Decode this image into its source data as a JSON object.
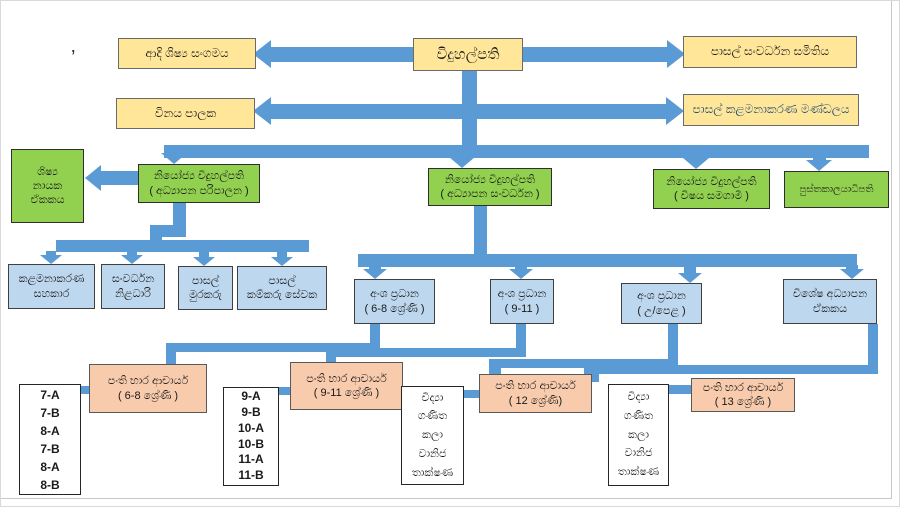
{
  "diagram": {
    "stray_mark": "’",
    "colors": {
      "connector_blue": "#5B9BD5",
      "node_yellow": "#FFE699",
      "node_green": "#92D050",
      "node_blue": "#BDD7EE",
      "node_orange": "#F8CBAD",
      "mgmt_board_text": "#1F4E79"
    },
    "principal": {
      "label": "විදුහල්පති"
    },
    "yellow_boxes": [
      {
        "id": "alumni-association",
        "label": "ආදි ශිෂ්‍ය සංගමය"
      },
      {
        "id": "discipline-controller",
        "label": "විනය පාලක"
      },
      {
        "id": "school-development-society",
        "label": "පාසල් සංවර්ධන සමිතිය"
      },
      {
        "id": "school-management-board",
        "label": "පාසල් කළමනාකරණ මණ්ඩලය"
      }
    ],
    "green_boxes": [
      {
        "id": "student-leader-unit",
        "lines": [
          "ශිෂ්‍ය",
          "නායක",
          "ඒකකය"
        ]
      },
      {
        "id": "deputy-principal-administration",
        "lines": [
          "නියෝජ්‍ය විදුහල්පති",
          "( අධ්‍යාපන පරිපාලන )"
        ]
      },
      {
        "id": "deputy-principal-development",
        "lines": [
          "නියෝජ්‍ය විදුහල්පති",
          "( අධ්‍යාපන සංවර්ධන )"
        ]
      },
      {
        "id": "deputy-principal-cocurricular",
        "lines": [
          "නියෝජ්‍ය විදුහල්පති",
          "( විෂය සමගාමී )"
        ]
      },
      {
        "id": "librarian",
        "lines": [
          "පුස්තකාලයාධිපති"
        ]
      }
    ],
    "blue_boxes": [
      {
        "id": "management-assistant",
        "lines": [
          "කළමනාකරණ",
          "සහකාර"
        ]
      },
      {
        "id": "development-officer",
        "lines": [
          "සංවර්ධන",
          "නිළධාරි"
        ]
      },
      {
        "id": "school-watchman",
        "lines": [
          "පාසල්",
          "මුරකරු"
        ]
      },
      {
        "id": "school-labour-staff",
        "lines": [
          "පාසල්",
          "කම්කරු සේවක"
        ]
      },
      {
        "id": "section-head-6-8",
        "lines": [
          "අංශ ප්‍රධාන",
          "( 6-8 ශ්‍රේණි )"
        ]
      },
      {
        "id": "section-head-9-11",
        "lines": [
          "අංශ ප්‍රධාන",
          "( 9-11 )"
        ]
      },
      {
        "id": "section-head-al",
        "lines": [
          "අංශ ප්‍රධාන",
          "( උ/පෙළ )"
        ]
      },
      {
        "id": "special-education-unit",
        "lines": [
          "විශේෂ අධ්‍යාපන",
          "ඒකකය"
        ]
      }
    ],
    "orange_boxes": [
      {
        "id": "class-teachers-6-8",
        "lines": [
          "පංති භාර ආචාර්ය",
          "( 6-8 ශ්‍රේණි )"
        ]
      },
      {
        "id": "class-teachers-9-11",
        "lines": [
          "පංති භාර ආචාර්ය",
          "( 9-11 ශ්‍රේණි )"
        ]
      },
      {
        "id": "class-teachers-12",
        "lines": [
          "පංති භාර ආචාර්ය",
          "( 12 ශ්‍රේණි)"
        ]
      },
      {
        "id": "class-teachers-13",
        "lines": [
          "පංති භාර ආචාර්ය",
          "( 13 ශ්‍රේණි )"
        ]
      }
    ],
    "white_boxes": [
      {
        "id": "classes-7-8",
        "lines": [
          "7-A",
          "7-B",
          "8-A",
          "7-B",
          "8-A",
          "8-B"
        ]
      },
      {
        "id": "classes-9-11",
        "lines": [
          "9-A",
          "9-B",
          "10-A",
          "10-B",
          "11-A",
          "11-B"
        ]
      },
      {
        "id": "streams-grade-12",
        "lines": [
          "විද්‍යා",
          "ගණිත",
          "කලා",
          "වානිජ",
          "තාක්ෂණ"
        ]
      },
      {
        "id": "streams-grade-13",
        "lines": [
          "විද්‍යා",
          "ගණිත",
          "කලා",
          "වානිජ",
          "තාක්ෂණ"
        ]
      }
    ]
  }
}
